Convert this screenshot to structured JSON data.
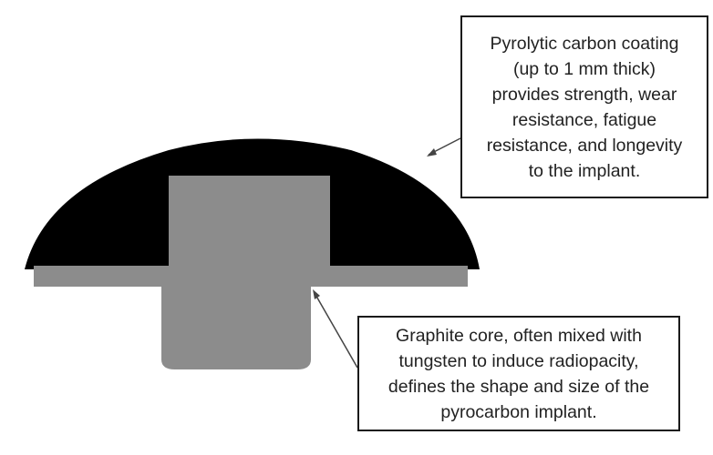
{
  "diagram": {
    "colors": {
      "coating": "#000000",
      "core": "#8c8c8c",
      "leader_line": "#444444",
      "text": "#222222",
      "box_border": "#1a1a1a"
    },
    "callouts": {
      "coating": {
        "lines": [
          "Pyrolytic carbon coating",
          "(up to 1 mm thick)",
          "provides strength, wear",
          "resistance, fatigue",
          "resistance, and longevity",
          "to the implant."
        ]
      },
      "core": {
        "lines": [
          "Graphite core, often mixed with",
          "tungsten to induce radiopacity,",
          "defines the shape and size of the",
          "pyrocarbon implant."
        ]
      }
    }
  }
}
